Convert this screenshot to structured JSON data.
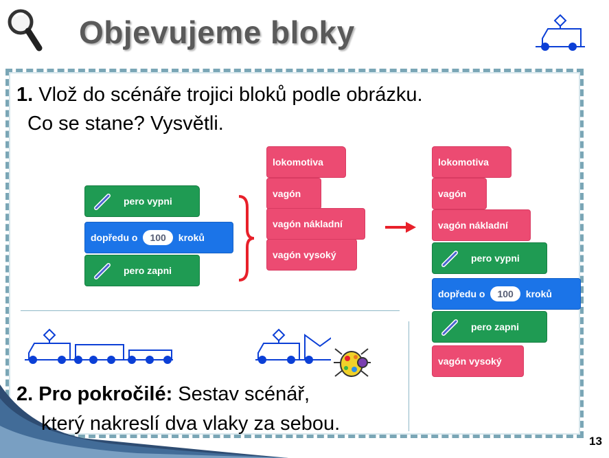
{
  "header": {
    "title": "Objevujeme bloky",
    "magnifier_icon": "magnifier-icon",
    "train_icon": "train-icon"
  },
  "task1": {
    "number": "1.",
    "line1": "Vlož do scénáře trojici bloků podle obrázku.",
    "line2": "Co se stane? Vysvětli."
  },
  "left_script": {
    "pen_up": "pero vypni",
    "move_label": "dopředu o",
    "move_value": "100",
    "move_unit": "kroků",
    "pen_down": "pero zapni"
  },
  "pink_blocks": {
    "b1": "lokomotiva",
    "b2": "vagón",
    "b3": "vagón nákladní",
    "b4": "vagón vysoký"
  },
  "result_script": {
    "b1": "lokomotiva",
    "b2": "vagón",
    "b3": "vagón nákladní",
    "pen_up": "pero vypni",
    "move_label": "dopředu o",
    "move_value": "100",
    "move_unit": "kroků",
    "pen_down": "pero zapni",
    "b4": "vagón vysoký"
  },
  "task2": {
    "label": "2. Pro pokročilé:",
    "line1": "Sestav scénář,",
    "line2": "který nakreslí dva vlaky za sebou."
  },
  "page_number": "13",
  "colors": {
    "pink": "#ec4b72",
    "green": "#1f9b53",
    "blue": "#1b74e8",
    "frame": "#7aa6b6",
    "arrow": "#e8202a",
    "train": "#0b3fd6"
  }
}
